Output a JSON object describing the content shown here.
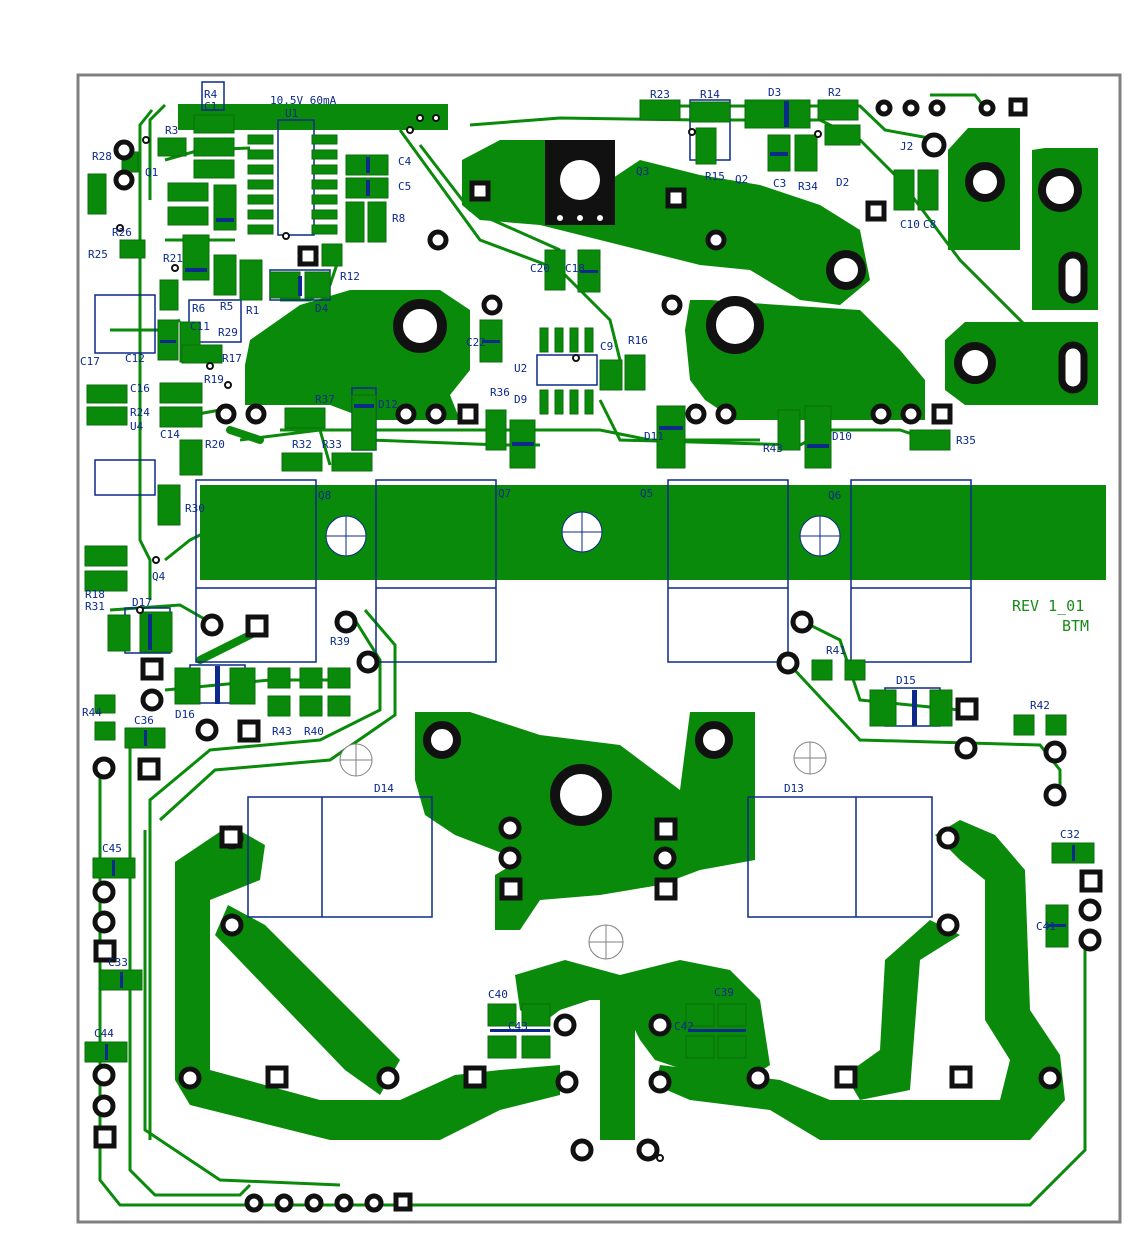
{
  "board": {
    "revision": "REV 1_01",
    "side": "BTM",
    "supply_note": "10.5V 60mA",
    "colors": {
      "copper": "#0a8a0a",
      "copper_dark": "#0b6e0b",
      "silk": "#0b2a8a",
      "outline": "#808080",
      "pad": "#111111"
    }
  },
  "designators": {
    "r4": "R4",
    "c1": "C1",
    "u1": "U1",
    "r3": "R3",
    "r28": "R28",
    "r25": "R25",
    "r26": "R26",
    "q1": "Q1",
    "c4": "C4",
    "c5": "C5",
    "r8": "R8",
    "r12": "R12",
    "d4": "D4",
    "r1": "R1",
    "r5": "R5",
    "r6": "R6",
    "r29": "R29",
    "r21": "R21",
    "c12": "C12",
    "c11": "C11",
    "r17": "R17",
    "r19": "R19",
    "c16": "C16",
    "r24": "R24",
    "u4": "U4",
    "c14": "C14",
    "r20": "R20",
    "r30": "R30",
    "c17": "C17",
    "q4": "Q4",
    "r18": "R18",
    "r31": "R31",
    "r23": "R23",
    "r14": "R14",
    "d3": "D3",
    "r2": "R2",
    "q3": "Q3",
    "r15": "R15",
    "q2": "Q2",
    "c3": "C3",
    "r34": "R34",
    "d2": "D2",
    "j2": "J2",
    "c10": "C10",
    "c8": "C8",
    "c20": "C20",
    "c18": "C18",
    "c22": "C22",
    "r16": "R16",
    "c9": "C9",
    "u2": "U2",
    "r36": "R36",
    "d9": "D9",
    "r37": "R37",
    "d12": "D12",
    "r32": "R32",
    "r33": "R33",
    "d11": "D11",
    "r43a": "R43",
    "d10": "D10",
    "r35": "R35",
    "q8": "Q8",
    "q7": "Q7",
    "q5": "Q5",
    "q6": "Q6",
    "d17": "D17",
    "r39": "R39",
    "r43": "R43",
    "r40": "R40",
    "d16": "D16",
    "r44": "R44",
    "c36": "C36",
    "r41": "R41",
    "d15": "D15",
    "r42": "R42",
    "d14": "D14",
    "d13": "D13",
    "c45": "C45",
    "c33": "C33",
    "c44": "C44",
    "c32": "C32",
    "c41": "C41",
    "c40": "C40",
    "c39": "C39",
    "c42": "C42",
    "c43": "C43"
  }
}
